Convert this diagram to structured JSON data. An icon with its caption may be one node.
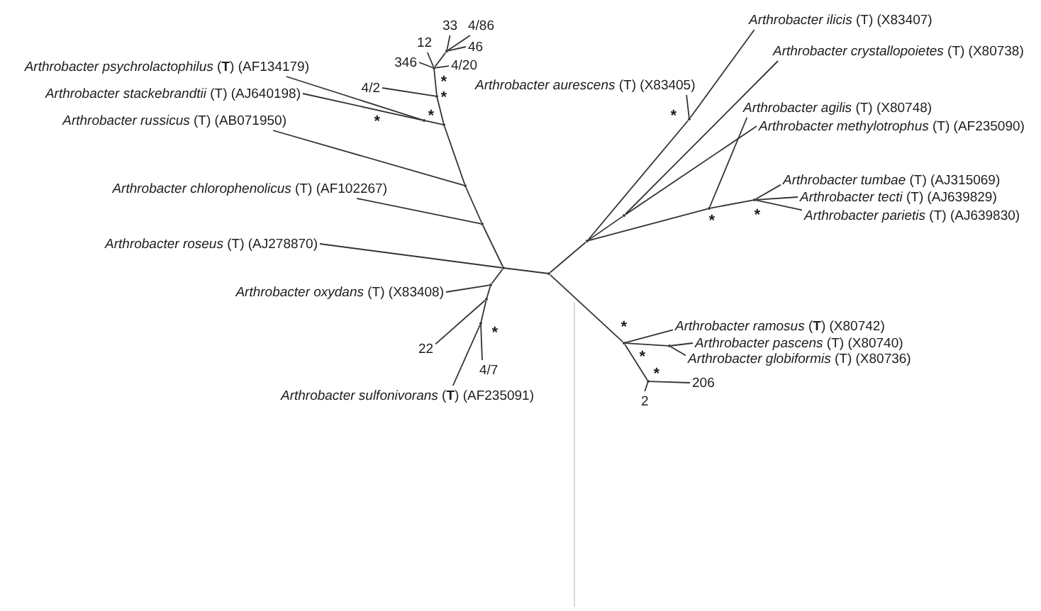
{
  "diagram": {
    "nodes": [
      {
        "text": [
          "33"
        ]
      },
      {
        "text": [
          "4/86"
        ]
      },
      {
        "text": [
          "12"
        ]
      },
      {
        "text": [
          "46"
        ]
      },
      {
        "text": [
          "346"
        ]
      },
      {
        "text": [
          "4/20"
        ]
      },
      {
        "text": [
          "*Arthrobacter psychrolactophilus* (**T**) (AF134179)"
        ]
      },
      {
        "text": [
          "4/2"
        ]
      },
      {
        "text": [
          "*Arthrobacter stackebrandtii* (T) (AJ640198)"
        ]
      },
      {
        "text": [
          "*Arthrobacter russicus* (T) (AB071950)"
        ]
      },
      {
        "text": [
          "*Arthrobacter chlorophenolicus* (T) (AF102267)"
        ]
      },
      {
        "text": [
          "*Arthrobacter roseus* (T) (AJ278870)"
        ]
      },
      {
        "text": [
          "*Arthrobacter oxydans* (T) (X83408)"
        ]
      },
      {
        "text": [
          "22"
        ]
      },
      {
        "text": [
          "4/7"
        ]
      },
      {
        "text": [
          "*Arthrobacter sulfonivorans* (**T**) (AF235091)"
        ]
      },
      {
        "text": [
          "*Arthrobacter ilicis* (T) (X83407)"
        ]
      },
      {
        "text": [
          "*Arthrobacter crystallopoietes* (T) (X80738)"
        ]
      },
      {
        "text": [
          "*Arthrobacter aurescens* (T) (X83405)"
        ]
      },
      {
        "text": [
          "*Arthrobacter agilis* (T) (X80748)"
        ]
      },
      {
        "text": [
          "*Arthrobacter methylotrophus* (T) (AF235090)"
        ]
      },
      {
        "text": [
          "*Arthrobacter tumbae* (T) (AJ315069)"
        ]
      },
      {
        "text": [
          "*Arthrobacter tecti* (T) (AJ639829)"
        ]
      },
      {
        "text": [
          "*Arthrobacter parietis* (T) (AJ639830)"
        ]
      },
      {
        "text": [
          "*Arthrobacter ramosus* (**T**) (X80742)"
        ]
      },
      {
        "text": [
          "*Arthrobacter pascens* (T) (X80740)"
        ]
      },
      {
        "text": [
          "*Arthrobacter globiformis* (T) (X80736)"
        ]
      },
      {
        "text": [
          "206"
        ]
      },
      {
        "text": [
          "2"
        ]
      },
      {
        "text": [],
        "shape": "point"
      },
      {
        "text": [],
        "shape": "point"
      },
      {
        "text": [],
        "shape": "point"
      },
      {
        "text": [],
        "shape": "point"
      },
      {
        "text": [],
        "shape": "point"
      },
      {
        "text": [],
        "shape": "point"
      },
      {
        "text": [],
        "shape": "point"
      },
      {
        "text": [],
        "shape": "point"
      },
      {
        "text": [],
        "shape": "point"
      },
      {
        "text": [],
        "shape": "point"
      },
      {
        "text": [],
        "shape": "point"
      },
      {
        "text": [],
        "shape": "point"
      },
      {
        "text": [],
        "shape": "point"
      },
      {
        "text": [],
        "shape": "point"
      },
      {
        "text": [],
        "shape": "point"
      },
      {
        "text": [],
        "shape": "point"
      },
      {
        "text": [],
        "shape": "point"
      },
      {
        "text": [],
        "shape": "point"
      },
      {
        "text": [],
        "shape": "point"
      },
      {
        "text": [],
        "shape": "point"
      }
    ],
    "edges": [
      {
        "from": 36,
        "to": 0,
        "arrow": "none"
      },
      {
        "from": 36,
        "to": 1,
        "arrow": "none"
      },
      {
        "from": 35,
        "to": 2,
        "arrow": "none"
      },
      {
        "from": 36,
        "to": 3,
        "arrow": "none"
      },
      {
        "from": 35,
        "to": 4,
        "arrow": "none"
      },
      {
        "from": 35,
        "to": 5,
        "arrow": "none"
      },
      {
        "from": 37,
        "to": 6,
        "arrow": "none"
      },
      {
        "from": 34,
        "to": 7,
        "arrow": "none"
      },
      {
        "from": 37,
        "to": 8,
        "arrow": "none"
      },
      {
        "from": 32,
        "to": 9,
        "arrow": "none"
      },
      {
        "from": 31,
        "to": 10,
        "arrow": "none"
      },
      {
        "from": 29,
        "to": 11,
        "arrow": "none"
      },
      {
        "from": 38,
        "to": 12,
        "arrow": "none"
      },
      {
        "from": 39,
        "to": 13,
        "arrow": "none"
      },
      {
        "from": 40,
        "to": 14,
        "arrow": "none"
      },
      {
        "from": 40,
        "to": 15,
        "arrow": "none"
      },
      {
        "from": 42,
        "to": 16,
        "arrow": "none"
      },
      {
        "from": 43,
        "to": 17,
        "arrow": "none"
      },
      {
        "from": 42,
        "to": 18,
        "arrow": "none"
      },
      {
        "from": 44,
        "to": 19,
        "arrow": "none"
      },
      {
        "from": 43,
        "to": 20,
        "arrow": "none"
      },
      {
        "from": 45,
        "to": 21,
        "arrow": "none"
      },
      {
        "from": 45,
        "to": 22,
        "arrow": "none"
      },
      {
        "from": 45,
        "to": 23,
        "arrow": "none"
      },
      {
        "from": 46,
        "to": 24,
        "arrow": "none"
      },
      {
        "from": 47,
        "to": 25,
        "arrow": "none"
      },
      {
        "from": 47,
        "to": 26,
        "arrow": "none"
      },
      {
        "from": 48,
        "to": 27,
        "arrow": "none"
      },
      {
        "from": 48,
        "to": 28,
        "arrow": "none"
      },
      {
        "from": 29,
        "to": 30,
        "arrow": "none"
      },
      {
        "from": 29,
        "to": 31,
        "arrow": "none"
      },
      {
        "from": 31,
        "to": 32,
        "arrow": "none"
      },
      {
        "from": 32,
        "to": 33,
        "arrow": "none"
      },
      {
        "from": 33,
        "to": 34,
        "arrow": "none"
      },
      {
        "from": 34,
        "to": 35,
        "arrow": "none"
      },
      {
        "from": 35,
        "to": 36,
        "arrow": "none"
      },
      {
        "from": 33,
        "to": 37,
        "arrow": "none"
      },
      {
        "from": 29,
        "to": 38,
        "arrow": "none"
      },
      {
        "from": 38,
        "to": 39,
        "arrow": "none"
      },
      {
        "from": 39,
        "to": 40,
        "arrow": "none"
      },
      {
        "from": 30,
        "to": 41,
        "arrow": "none"
      },
      {
        "from": 41,
        "to": 42,
        "arrow": "none"
      },
      {
        "from": 41,
        "to": 43,
        "arrow": "none"
      },
      {
        "from": 41,
        "to": 44,
        "arrow": "none"
      },
      {
        "from": 44,
        "to": 45,
        "arrow": "none"
      },
      {
        "from": 30,
        "to": 46,
        "arrow": "none"
      },
      {
        "from": 46,
        "to": 47,
        "arrow": "none"
      },
      {
        "from": 46,
        "to": 48,
        "arrow": "none"
      }
    ],
    "labels": [
      "*",
      "*",
      "*",
      "*",
      "*",
      "*",
      "*",
      "*",
      "*",
      "*",
      "*"
    ]
  }
}
